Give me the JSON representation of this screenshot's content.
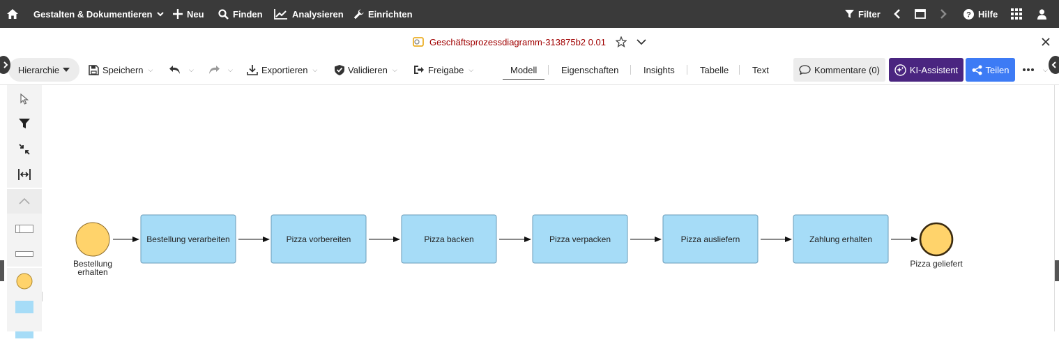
{
  "topbar": {
    "menu": [
      {
        "label": "Gestalten & Dokumentieren"
      },
      {
        "label": "Neu"
      },
      {
        "label": "Finden"
      },
      {
        "label": "Analysieren"
      },
      {
        "label": "Einrichten"
      }
    ],
    "filter_label": "Filter",
    "help_label": "Hilfe"
  },
  "document": {
    "title": "Geschäftsprozessdiagramm-313875b2 0.01"
  },
  "toolbar": {
    "hierarchy_label": "Hierarchie",
    "save_label": "Speichern",
    "export_label": "Exportieren",
    "validate_label": "Validieren",
    "release_label": "Freigabe",
    "tabs": [
      {
        "label": "Modell",
        "active": true
      },
      {
        "label": "Eigenschaften"
      },
      {
        "label": "Insights"
      },
      {
        "label": "Tabelle"
      },
      {
        "label": "Text"
      }
    ],
    "comments_label": "Kommentare (0)",
    "ai_label": "KI-Assistent",
    "share_label": "Teilen"
  },
  "colors": {
    "topbar": "#3a3a3a",
    "task_fill": "#a6dcf7",
    "task_stroke": "#6a9bb8",
    "event_fill": "#ffd36b",
    "ai_button": "#4a2580",
    "share_button": "#3d7bf5",
    "title_red": "#a00000"
  },
  "diagram": {
    "start_event": {
      "label_line1": "Bestellung",
      "label_line2": "erhalten"
    },
    "tasks": [
      {
        "label": "Bestellung verarbeiten"
      },
      {
        "label": "Pizza vorbereiten"
      },
      {
        "label": "Pizza backen"
      },
      {
        "label": "Pizza verpacken"
      },
      {
        "label": "Pizza ausliefern"
      },
      {
        "label": "Zahlung erhalten"
      }
    ],
    "end_event": {
      "label": "Pizza geliefert"
    }
  }
}
